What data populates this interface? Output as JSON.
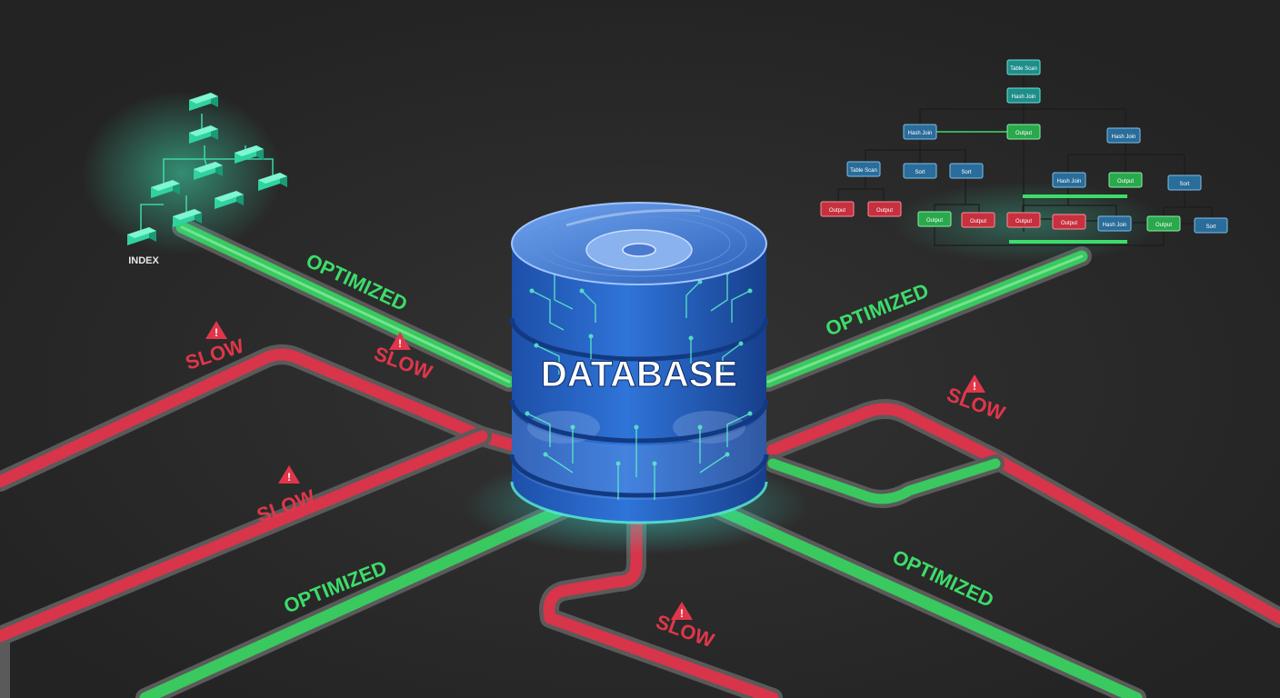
{
  "colors": {
    "background": "#2a2a2a",
    "optimized": "#3ddc6a",
    "slow": "#e0364a",
    "database": "#2f6fd0",
    "index_node": "#3ee0b0"
  },
  "center": {
    "label": "DATABASE"
  },
  "index_tree": {
    "label": "INDEX"
  },
  "labels": {
    "optimized": "OPTIMIZED",
    "slow": "SLOW"
  },
  "plan_tree": {
    "nodes": [
      {
        "text": "Table Scan",
        "status": "teal"
      },
      {
        "text": "Hash Join",
        "status": "teal"
      },
      {
        "text": "Hash Join",
        "status": "blue"
      },
      {
        "text": "Output",
        "status": "green"
      },
      {
        "text": "Hash Join",
        "status": "blue"
      },
      {
        "text": "Table Scan",
        "status": "blue"
      },
      {
        "text": "Sort",
        "status": "blue"
      },
      {
        "text": "Sort",
        "status": "blue"
      },
      {
        "text": "Hash Join",
        "status": "blue"
      },
      {
        "text": "Output",
        "status": "green"
      },
      {
        "text": "Sort",
        "status": "blue"
      },
      {
        "text": "Output",
        "status": "red"
      },
      {
        "text": "Output",
        "status": "red"
      },
      {
        "text": "Output",
        "status": "green"
      },
      {
        "text": "Output",
        "status": "red"
      },
      {
        "text": "Output",
        "status": "red"
      },
      {
        "text": "Output",
        "status": "red"
      },
      {
        "text": "Hash Join",
        "status": "blue"
      },
      {
        "text": "Output",
        "status": "green"
      },
      {
        "text": "Sort",
        "status": "blue"
      }
    ]
  }
}
